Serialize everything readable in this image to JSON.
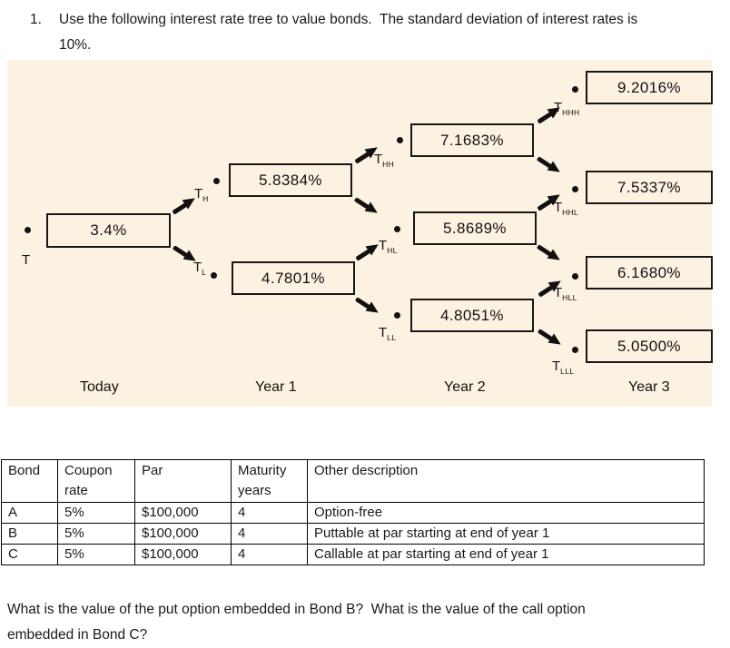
{
  "question": {
    "number": "1.",
    "line1": "Use the following interest rate tree to value bonds.  The standard deviation of interest rates is",
    "line2": "10%."
  },
  "tree": {
    "panel_bg": "#fcf2e2",
    "column_labels": [
      "Today",
      "Year 1",
      "Year 2",
      "Year 3"
    ],
    "nodes": [
      {
        "symbol": "T",
        "sub": "",
        "rate": "3.4%"
      },
      {
        "symbol": "T",
        "sub": "H",
        "rate": "5.8384%"
      },
      {
        "symbol": "T",
        "sub": "L",
        "rate": "4.7801%"
      },
      {
        "symbol": "T",
        "sub": "HH",
        "rate": "7.1683%"
      },
      {
        "symbol": "T",
        "sub": "HL",
        "rate": "5.8689%"
      },
      {
        "symbol": "T",
        "sub": "LL",
        "rate": "4.8051%"
      },
      {
        "symbol": "T",
        "sub": "HHH",
        "rate": "9.2016%"
      },
      {
        "symbol": "T",
        "sub": "HHL",
        "rate": "7.5337%"
      },
      {
        "symbol": "T",
        "sub": "HLL",
        "rate": "6.1680%"
      },
      {
        "symbol": "T",
        "sub": "LLL",
        "rate": "5.0500%"
      }
    ]
  },
  "bond_table": {
    "headers": [
      "Bond",
      "Coupon rate",
      "Par",
      "Maturity years",
      "Other description"
    ],
    "rows": [
      [
        "A",
        "5%",
        "$100,000",
        "4",
        "Option-free"
      ],
      [
        "B",
        "5%",
        "$100,000",
        "4",
        "Puttable at par starting at end of year 1"
      ],
      [
        "C",
        "5%",
        "$100,000",
        "4",
        "Callable at par starting at end of year 1"
      ]
    ]
  },
  "footer_question": {
    "text": "What is the value of the put option embedded in Bond B?  What is the value of the call option embedded in Bond C?"
  }
}
